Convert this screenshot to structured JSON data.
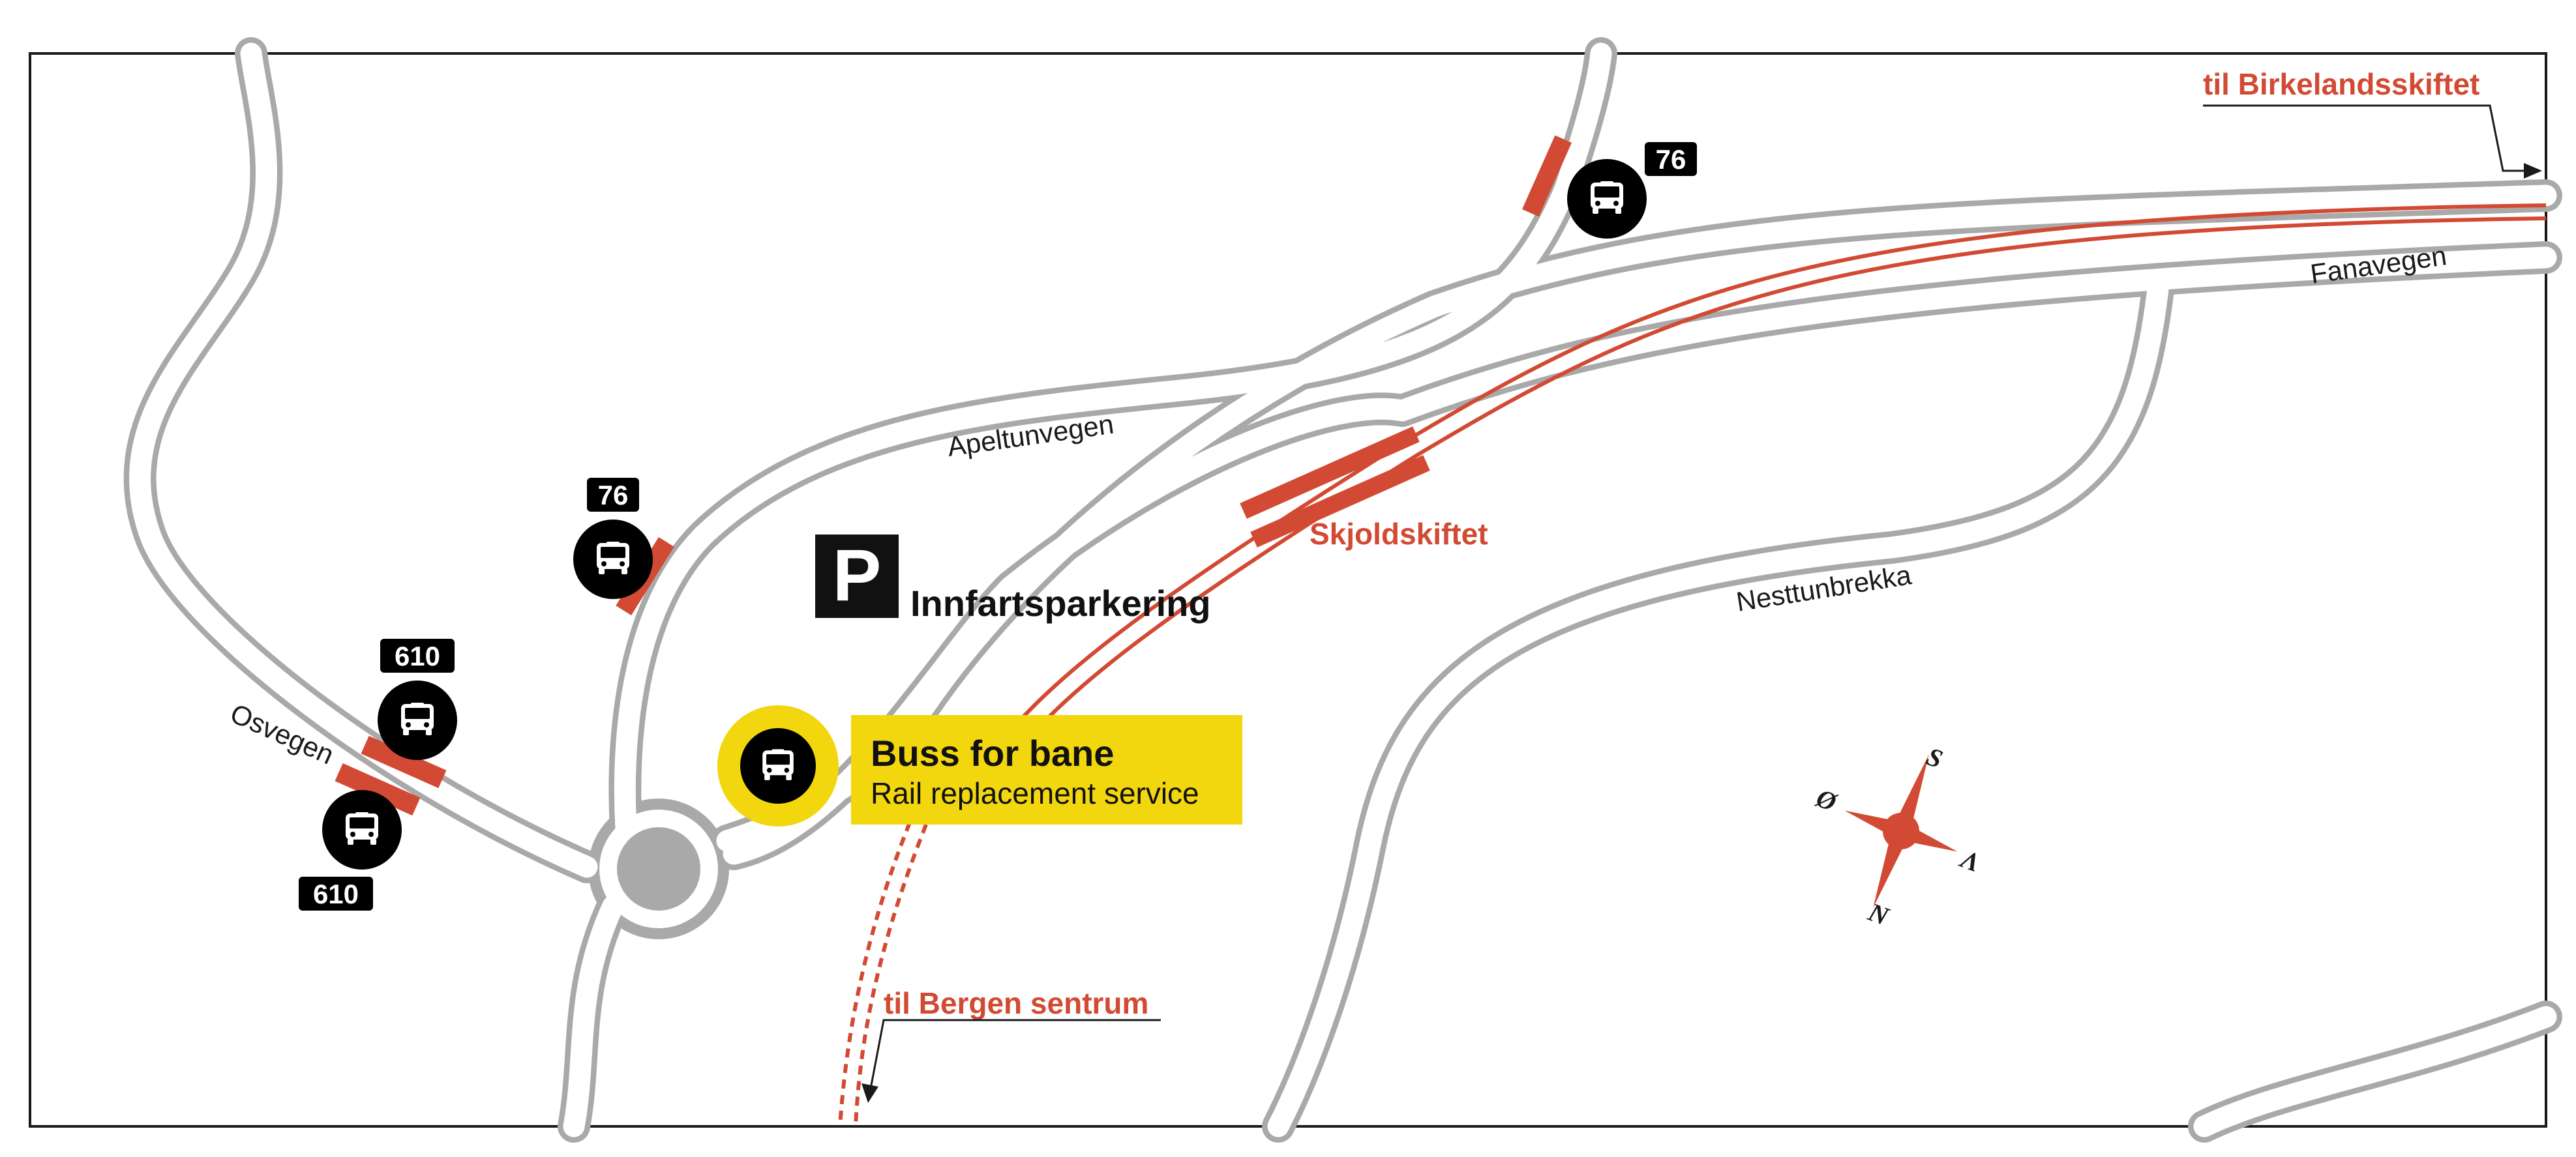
{
  "colors": {
    "rail": "#d24a33",
    "road_edge": "#a9a9a9",
    "highlight": "#f2d70e",
    "stop_marker": "#000000"
  },
  "roads": {
    "osvegen": "Osvegen",
    "apeltunvegen": "Apeltunvegen",
    "fanavegen": "Fanavegen",
    "nesttunbrekka": "Nesttunbrekka"
  },
  "stations": {
    "skjoldskiftet": "Skjoldskiftet"
  },
  "destinations": {
    "birkelandsskiftet": "til Birkelandsskiftet",
    "bergen_sentrum": "til Bergen sentrum"
  },
  "parking": {
    "symbol": "P",
    "label": "Innfartsparkering"
  },
  "rail_replacement": {
    "title": "Buss for bane",
    "subtitle": "Rail replacement  service"
  },
  "bus_stops": [
    {
      "route": "76",
      "icon": "bus-icon"
    },
    {
      "route": "76",
      "icon": "bus-icon"
    },
    {
      "route": "610",
      "icon": "bus-icon"
    },
    {
      "route": "610",
      "icon": "bus-icon"
    }
  ],
  "compass": {
    "north": "N",
    "south": "S",
    "east": "Ø",
    "west": "V"
  }
}
